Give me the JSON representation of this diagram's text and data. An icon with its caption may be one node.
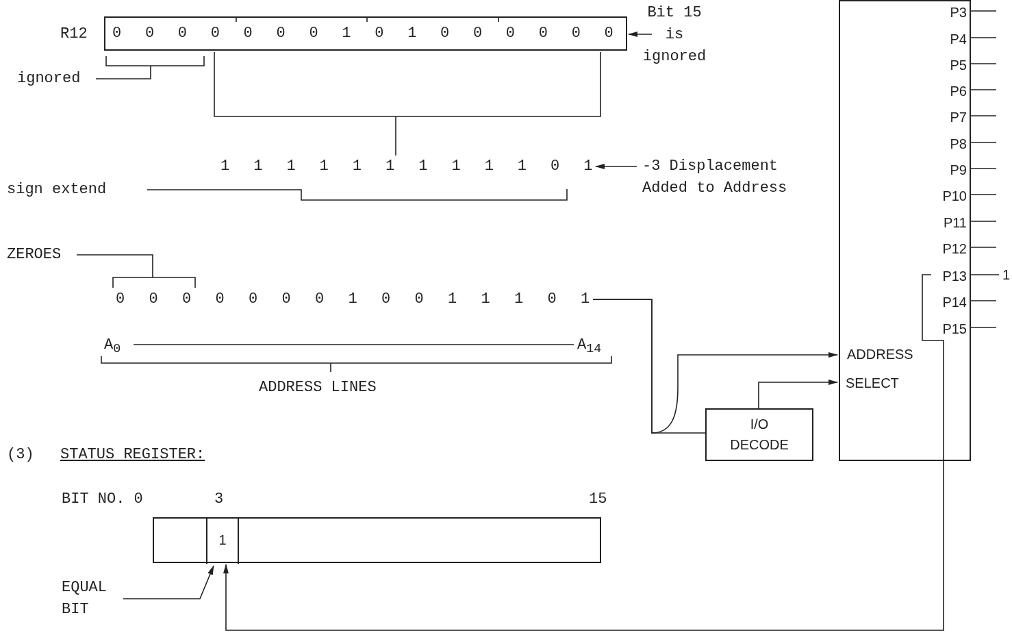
{
  "diagram": {
    "nodes": [
      {
        "text": [
          "0 0 0 0 0 0 0 1 0 1 0 0 0 0 0 0"
        ],
        "beside": [
          "R12"
        ]
      },
      {
        "text": [
          "Bit 15 is ignored"
        ]
      },
      {
        "text": [
          "ignored"
        ]
      },
      {
        "text": [
          "1 1 1 1 1 1 1 1 1 1 0 1"
        ]
      },
      {
        "text": [
          "-3 Displacement Added to Address"
        ]
      },
      {
        "text": [
          "sign extend"
        ]
      },
      {
        "text": [
          "ZEROES"
        ]
      },
      {
        "text": [
          "0 0 0 0 0 0 0 1 0 0 1 1 1 0 1"
        ]
      },
      {
        "text": [
          "I/O DECODE"
        ]
      },
      {
        "text": [],
        "shape": "box"
      },
      {
        "text": [
          "P3"
        ],
        "in": 9
      },
      {
        "text": [
          "P4"
        ],
        "in": 9
      },
      {
        "text": [
          "P5"
        ],
        "in": 9
      },
      {
        "text": [
          "P6"
        ],
        "in": 9
      },
      {
        "text": [
          "P7"
        ],
        "in": 9
      },
      {
        "text": [
          "P8"
        ],
        "in": 9
      },
      {
        "text": [
          "P9"
        ],
        "in": 9
      },
      {
        "text": [
          "P10"
        ],
        "in": 9
      },
      {
        "text": [
          "P11"
        ],
        "in": 9
      },
      {
        "text": [
          "P12"
        ],
        "in": 9
      },
      {
        "text": [
          "P13"
        ],
        "in": 9
      },
      {
        "text": [
          "P14"
        ],
        "in": 9
      },
      {
        "text": [
          "P15"
        ],
        "in": 9
      },
      {
        "text": [
          "ADDRESS"
        ],
        "in": 9
      },
      {
        "text": [
          "SELECT"
        ],
        "in": 9
      },
      {
        "text": [
          "1"
        ]
      },
      {
        "text": [],
        "shape": "box"
      },
      {
        "text": [
          "1"
        ],
        "in": 26
      },
      {
        "text": [
          "EQUAL BIT"
        ]
      }
    ],
    "edges": [
      {
        "from": 1,
        "to": 0,
        "arrow": "to"
      },
      {
        "from": 0,
        "to": 3,
        "arrow": "none"
      },
      {
        "from": 2,
        "to": null,
        "arrow": "none"
      },
      {
        "from": 4,
        "to": 3,
        "arrow": "to"
      },
      {
        "from": 5,
        "to": 3,
        "arrow": "none"
      },
      {
        "from": 6,
        "to": 7,
        "arrow": "none"
      },
      {
        "from": 7,
        "to": 23,
        "arrow": "to"
      },
      {
        "from": 7,
        "to": 8,
        "arrow": "none"
      },
      {
        "from": 8,
        "to": 24,
        "arrow": "to"
      },
      {
        "from": 20,
        "to": 25,
        "arrow": "none"
      },
      {
        "from": 20,
        "to": 27,
        "arrow": "to"
      },
      {
        "from": 28,
        "to": 27,
        "arrow": "to"
      }
    ],
    "labels": [
      "A$_{0}$",
      "A$_{14}$",
      "ADDRESS LINES",
      "(3)",
      "STATUS REGISTER:",
      "BIT NO. 0",
      "3",
      "15"
    ]
  }
}
